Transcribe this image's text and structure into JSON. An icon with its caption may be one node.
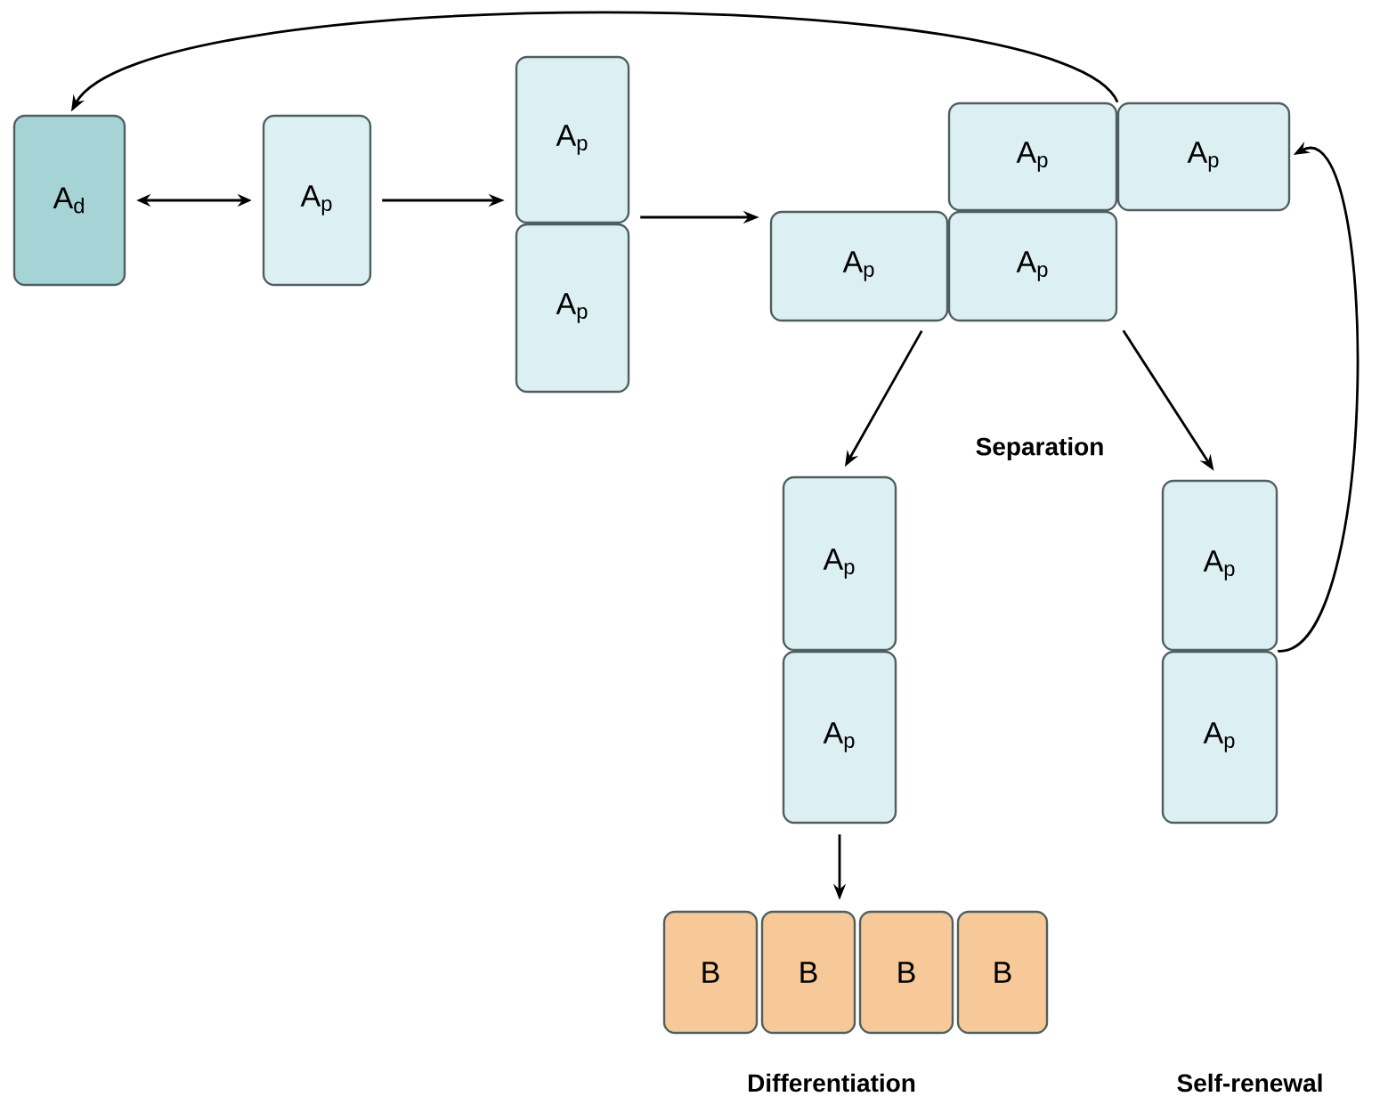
{
  "diagram": {
    "nodes": [
      {
        "text": [
          "A$_{d}$"
        ]
      },
      {
        "text": [
          "A$_{p}$"
        ]
      },
      {
        "text": [
          "A$_{p}$"
        ]
      },
      {
        "text": [
          "A$_{p}$"
        ]
      },
      {
        "text": [
          "A$_{p}$"
        ]
      },
      {
        "text": [
          "A$_{p}$"
        ]
      },
      {
        "text": [
          "A$_{p}$"
        ]
      },
      {
        "text": [
          "A$_{p}$"
        ]
      },
      {
        "text": [
          "A$_{p}$"
        ]
      },
      {
        "text": [
          "A$_{p}$"
        ]
      },
      {
        "text": [
          "A$_{p}$"
        ]
      },
      {
        "text": [
          "A$_{p}$"
        ]
      },
      {
        "text": [
          "B"
        ]
      },
      {
        "text": [
          "B"
        ]
      },
      {
        "text": [
          "B"
        ]
      },
      {
        "text": [
          "B"
        ]
      }
    ],
    "edges": [
      {
        "from": 0,
        "to": 1,
        "arrow": "both"
      },
      {
        "from": 1,
        "to": 2,
        "arrow": "to"
      },
      {
        "from": 2,
        "to": 6,
        "arrow": "to"
      },
      {
        "from": 4,
        "to": 0,
        "arrow": "to"
      },
      {
        "from": 6,
        "to": 8,
        "arrow": "to"
      },
      {
        "from": 7,
        "to": 10,
        "arrow": "to"
      },
      {
        "from": 9,
        "to": 13,
        "arrow": "to"
      },
      {
        "from": 10,
        "to": 5,
        "arrow": "to"
      }
    ],
    "labels": [
      "Separation",
      "Differentiation",
      "Self-renewal"
    ]
  }
}
